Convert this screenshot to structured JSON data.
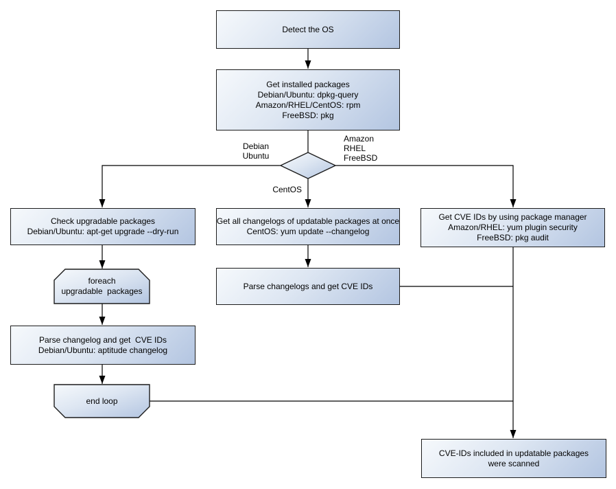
{
  "diagram": {
    "kind": "flowchart",
    "topic": "OS detection and CVE scan of updatable packages"
  },
  "colors": {
    "background": "#ffffff",
    "node_fill_light": "#f6f9fc",
    "node_fill_dark": "#b3c5e1",
    "node_border": "#1c1c1c",
    "connector": "#000000",
    "text": "#000000"
  },
  "nodes": {
    "detect_os": {
      "lines": [
        "Detect the OS"
      ]
    },
    "get_installed_packages": {
      "lines": [
        "Get installed packages",
        "Debian/Ubuntu: dpkg-query",
        "Amazon/RHEL/CentOS: rpm",
        "FreeBSD: pkg"
      ]
    },
    "check_upgradable": {
      "lines": [
        "Check upgradable packages",
        "Debian/Ubuntu: apt-get upgrade --dry-run"
      ]
    },
    "get_all_changelogs": {
      "lines": [
        "Get all changelogs of updatable packages at once",
        "CentOS: yum update --changelog"
      ]
    },
    "get_cve_ids_pkg_manager": {
      "lines": [
        "Get CVE IDs by using package manager",
        "Amazon/RHEL: yum plugin security",
        "FreeBSD: pkg audit"
      ]
    },
    "foreach_loop": {
      "lines": [
        "foreach",
        "upgradable  packages"
      ]
    },
    "parse_changelogs_once": {
      "lines": [
        "Parse changelogs and get CVE IDs"
      ]
    },
    "parse_changelog_each": {
      "lines": [
        "Parse changelog and get  CVE IDs",
        "Debian/Ubuntu: aptitude changelog"
      ]
    },
    "end_loop": {
      "lines": [
        "end loop"
      ]
    },
    "result": {
      "lines": [
        "CVE-IDs included in updatable packages",
        "were scanned"
      ]
    }
  },
  "edge_labels": {
    "debian_ubuntu": {
      "lines": [
        "Debian",
        "Ubuntu"
      ]
    },
    "amazon_rhel_freebsd": {
      "lines": [
        "Amazon",
        "RHEL",
        "FreeBSD"
      ]
    },
    "centos": {
      "lines": [
        "CentOS"
      ]
    }
  }
}
